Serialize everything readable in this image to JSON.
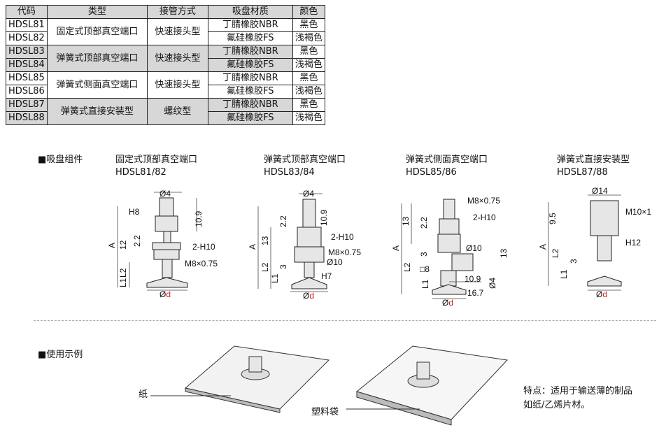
{
  "table": {
    "headers": [
      "代码",
      "类型",
      "接管方式",
      "吸盘材质",
      "颜色"
    ],
    "rows": [
      {
        "code": "HDSL81",
        "type": "固定式顶部真空端口",
        "connection": "快速接头型",
        "material": "丁腈橡胶NBR",
        "color": "黑色"
      },
      {
        "code": "HDSL82",
        "material": "氟硅橡胶FS",
        "color": "浅褐色"
      },
      {
        "code": "HDSL83",
        "type": "弹簧式顶部真空端口",
        "connection": "快速接头型",
        "material": "丁腈橡胶NBR",
        "color": "黑色"
      },
      {
        "code": "HDSL84",
        "material": "氟硅橡胶FS",
        "color": "浅褐色"
      },
      {
        "code": "HDSL85",
        "type": "弹簧式侧面真空端口",
        "connection": "快速接头型",
        "material": "丁腈橡胶NBR",
        "color": "黑色"
      },
      {
        "code": "HDSL86",
        "material": "氟硅橡胶FS",
        "color": "浅褐色"
      },
      {
        "code": "HDSL87",
        "type": "弹簧式直接安装型",
        "connection": "螺纹型",
        "material": "丁腈橡胶NBR",
        "color": "黑色"
      },
      {
        "code": "HDSL88",
        "material": "氟硅橡胶FS",
        "color": "浅褐色"
      }
    ]
  },
  "section_components": "■吸盘组件",
  "drawings": [
    {
      "title": "固定式顶部真空端口",
      "codes": "HDSL81/82",
      "labels": {
        "top": "Ø4",
        "hex": "H8",
        "h1": "10.9",
        "a": "A",
        "h12": "12",
        "h22": "2.2",
        "port": "2-H10",
        "thread": "M8×0.75",
        "l2": "L2",
        "l1": "L1",
        "d": "Ød"
      }
    },
    {
      "title": "弹簧式顶部真空端口",
      "codes": "HDSL83/84",
      "labels": {
        "top": "Ø4",
        "h1": "10.9",
        "h22": "2.2",
        "a": "A",
        "h13": "13",
        "port": "2-H10",
        "thread": "M8×0.75",
        "dia10": "Ø10",
        "h3": "3",
        "l2": "L2",
        "l1": "L1",
        "hex": "H7",
        "d": "Ød"
      }
    },
    {
      "title": "弹簧式侧面真空端口",
      "codes": "HDSL85/86",
      "labels": {
        "thread": "M8×0.75",
        "port": "2-H10",
        "h13": "13",
        "h22": "2.2",
        "a": "A",
        "dia10": "Ø10",
        "h3": "3",
        "h13b": "13",
        "sq8": "□8",
        "l2": "L2",
        "l1": "L1",
        "w109": "10.9",
        "dia4": "Ø4",
        "w167": "16.7",
        "d": "Ød"
      }
    },
    {
      "title": "弹簧式直接安装型",
      "codes": "HDSL87/88",
      "labels": {
        "top": "Ø14",
        "h95": "9.5",
        "thread": "M10×1",
        "a": "A",
        "l2": "L2",
        "hex": "H12",
        "h3": "3",
        "l1": "L1",
        "d": "Ød"
      }
    }
  ],
  "section_usage": "■使用示例",
  "usage": {
    "paper_label": "纸",
    "bag_label": "塑料袋",
    "feature_line1": "特点：适用于输送薄的制品",
    "feature_line2": "如纸/乙烯片材。"
  }
}
